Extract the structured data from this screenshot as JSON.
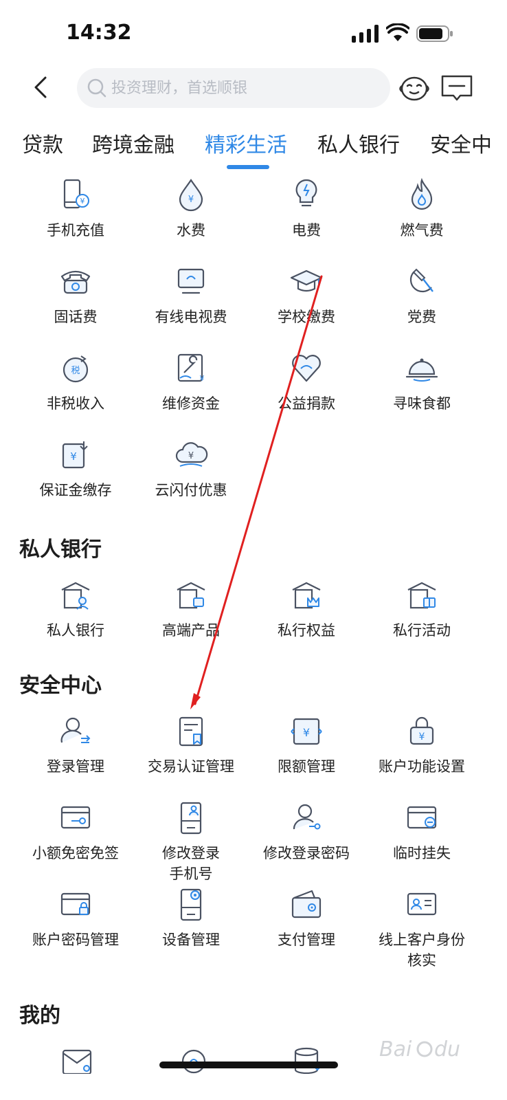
{
  "status_bar": {
    "time": "14:32"
  },
  "header": {
    "search_placeholder": "投资理财，首选顺银"
  },
  "tabs": [
    {
      "label": "贷款",
      "active": false
    },
    {
      "label": "跨境金融",
      "active": false
    },
    {
      "label": "精彩生活",
      "active": true
    },
    {
      "label": "私人银行",
      "active": false
    },
    {
      "label": "安全中",
      "active": false
    }
  ],
  "life": {
    "items": [
      {
        "label": "手机充值",
        "icon": "phone-recharge-icon"
      },
      {
        "label": "水费",
        "icon": "water-drop-icon"
      },
      {
        "label": "电费",
        "icon": "lightbulb-icon"
      },
      {
        "label": "燃气费",
        "icon": "flame-icon"
      },
      {
        "label": "固话费",
        "icon": "telephone-icon"
      },
      {
        "label": "有线电视费",
        "icon": "tv-icon"
      },
      {
        "label": "学校缴费",
        "icon": "graduation-cap-icon"
      },
      {
        "label": "党费",
        "icon": "hammer-sickle-icon"
      },
      {
        "label": "非税收入",
        "icon": "tax-icon"
      },
      {
        "label": "维修资金",
        "icon": "wrench-icon"
      },
      {
        "label": "公益捐款",
        "icon": "heart-leaf-icon"
      },
      {
        "label": "寻味食都",
        "icon": "food-cloche-icon"
      },
      {
        "label": "保证金缴存",
        "icon": "deposit-icon"
      },
      {
        "label": "云闪付优惠",
        "icon": "cloud-pay-icon"
      }
    ]
  },
  "private_banking": {
    "title": "私人银行",
    "items": [
      {
        "label": "私人银行",
        "icon": "private-bank-icon"
      },
      {
        "label": "高端产品",
        "icon": "premium-product-icon"
      },
      {
        "label": "私行权益",
        "icon": "crown-benefit-icon"
      },
      {
        "label": "私行活动",
        "icon": "gift-activity-icon"
      }
    ]
  },
  "security": {
    "title": "安全中心",
    "items": [
      {
        "label": "登录管理",
        "icon": "user-login-icon"
      },
      {
        "label": "交易认证管理",
        "icon": "transaction-auth-icon"
      },
      {
        "label": "限额管理",
        "icon": "limit-icon"
      },
      {
        "label": "账户功能设置",
        "icon": "account-lock-icon"
      },
      {
        "label": "小额免密免签",
        "icon": "card-key-icon"
      },
      {
        "label": "修改登录手机号",
        "label_line1": "修改登录",
        "label_line2": "手机号",
        "icon": "phone-user-icon"
      },
      {
        "label": "修改登录密码",
        "icon": "user-key-icon"
      },
      {
        "label": "临时挂失",
        "icon": "card-minus-icon"
      },
      {
        "label": "账户密码管理",
        "icon": "card-lock-icon"
      },
      {
        "label": "设备管理",
        "icon": "device-gear-icon"
      },
      {
        "label": "支付管理",
        "icon": "wallet-gear-icon"
      },
      {
        "label": "线上客户身份核实",
        "label_line1": "线上客户身份",
        "label_line2": "核实",
        "icon": "id-card-icon"
      }
    ]
  },
  "mine": {
    "title": "我的"
  },
  "colors": {
    "accent": "#2f88e6",
    "annotation": "#e02020"
  }
}
